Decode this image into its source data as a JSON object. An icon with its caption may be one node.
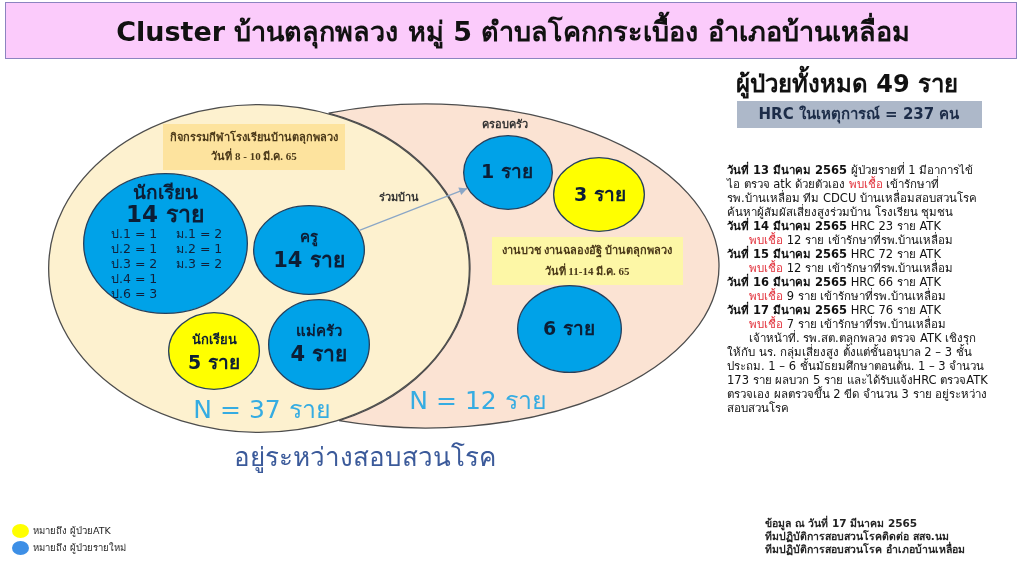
{
  "diagram": {
    "title": "Cluster บ้านตลุกพลวง หมู่ 5 ตำบลโคกกระเบื้อง อำเภอบ้านเหลื่อม",
    "nodes": [
      {
        "text": [
          "N = 37 ราย"
        ]
      },
      {
        "text": [
          "กิจกรรมกีฬาโรงเรียนบ้านตลุกพลวง",
          "วันที่ 8 - 10 มี.ค. 65"
        ],
        "in": 0
      },
      {
        "text": [
          "นักเรียน",
          "14 ราย",
          "ป.1 = 1",
          "ป.2 = 1",
          "ป.3 = 2",
          "ป.4 = 1",
          "ป.6 = 3",
          "ม.1 = 2",
          "ม.2 = 1",
          "ม.3 = 2"
        ],
        "in": 0
      },
      {
        "text": [
          "ครู",
          "14 ราย"
        ],
        "in": 0
      },
      {
        "text": [
          "นักเรียน",
          "5 ราย"
        ],
        "in": 0
      },
      {
        "text": [
          "แม่ครัว",
          "4 ราย"
        ],
        "in": 0
      },
      {
        "text": [
          "N = 12 ราย"
        ]
      },
      {
        "text": [
          "ครอบครัว",
          "1 ราย"
        ],
        "in": 6
      },
      {
        "text": [
          "3 ราย"
        ],
        "in": 6
      },
      {
        "text": [
          "งานบวช งานฉลองอัฐิ บ้านตลุกพลวง",
          "วันที่ 11-14 มี.ค. 65"
        ],
        "in": 6
      },
      {
        "text": [
          "6 ราย"
        ],
        "in": 6
      },
      {
        "text": [
          "HRC ในเหตุการณ์ = 237 คน"
        ]
      }
    ],
    "edges": [
      {
        "from": 3,
        "to": 7,
        "arrow": "to",
        "label": "ร่วมบ้าน"
      }
    ],
    "labels": [
      "ผู้ป่วยทั้งหมด 49 ราย",
      "**วันที่ 13 มีนาคม 2565** ผู้ป่วยรายที่ 1 มีอาการไข้ ไอ ตรวจ atk ด้วยตัวเอง *พบเชื้อ* เข้ารักษาที่ รพ.บ้านเหลื่อม ทีม CDCU บ้านเหลื่อมสอบสวนโรค ค้นหาผู้สัมผัสเสี่ยงสูงร่วมบ้าน โรงเรียน ชุมชน",
      "**วันที่ 14 มีนาคม 2565** HRC 23 ราย ATK",
      "*พบเชื้อ* 12 ราย เข้ารักษาที่รพ.บ้านเหลื่อม",
      "**วันที่ 15 มีนาคม 2565** HRC 72 ราย ATK",
      "*พบเชื้อ* 12 ราย เข้ารักษาที่รพ.บ้านเหลื่อม",
      "**วันที่ 16 มีนาคม 2565** HRC 66 ราย ATK",
      "*พบเชื้อ* 9 ราย เข้ารักษาที่รพ.บ้านเหลื่อม",
      "**วันที่ 17 มีนาคม 2565** HRC 76 ราย ATK",
      "*พบเชื้อ* 7 ราย เข้ารักษาที่รพ.บ้านเหลื่อม",
      "เจ้าหน้าที่. รพ.สต.ตลุกพลวง ตรวจ ATK เชิงรุก ให้กับ นร. กลุ่มเสี่ยงสูง ตั้งแต่ชั้นอนุบาล 2 – 3 ชั้นประถม. 1 – 6 ชั้นมัธยมศึกษาตอนต้น. 1 – 3 จำนวน 173 ราย ผลบวก 5 ราย และได้รับแจ้งHRC ตรวจATK ตรวจเอง ผลตรวจขึ้น 2 ขีด จำนวน 3 ราย อยู่ระหว่างสอบสวนโรค",
      "อยู่ระหว่างสอบสวนโรค",
      "ข้อมูล ณ วันที่ 17 มีนาคม 2565",
      "ทีมปฏิบัติการสอบสวนโรคติดต่อ สสจ.นม",
      "ทีมปฏิบัติการสอบสวนโรค อำเภอบ้านเหลื่อม"
    ],
    "legend": [
      {
        "text": "หมายถึง ผู้ป่วยATK",
        "color": "#ffff00"
      },
      {
        "text": "หมายถึง ผู้ป่วยรายใหม่",
        "color": "#3d8fe6"
      }
    ]
  }
}
